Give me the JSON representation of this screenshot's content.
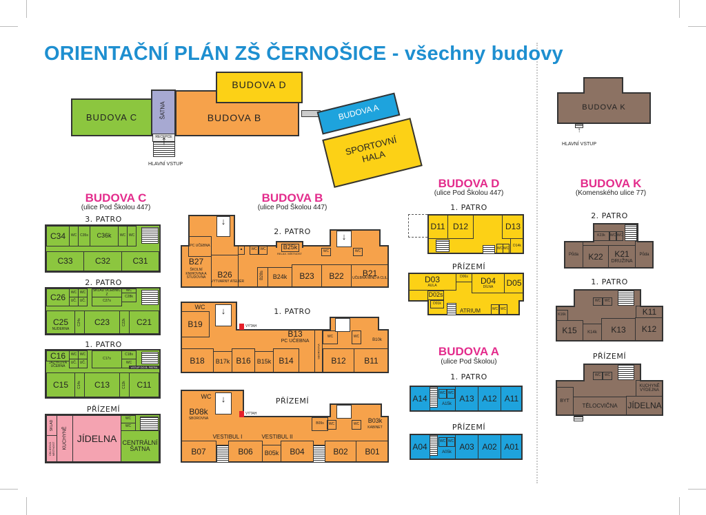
{
  "title": "ORIENTAČNÍ PLÁN ZŠ ČERNOŠICE - všechny budovy",
  "colors": {
    "title": "#1e8fd0",
    "section": "#e32c8c",
    "budova_c": "#8cc63f",
    "budova_b": "#f6a24b",
    "budova_d": "#fcd116",
    "budova_a": "#1ea3dd",
    "budova_k": "#8c7263",
    "jidelna": "#f4a3b1",
    "satna": "#a7a9d2",
    "accent_red": "#e5202a"
  },
  "overview": {
    "budova_c": "BUDOVA C",
    "satna": "ŠATNA",
    "recepce": "RECEPCE",
    "budova_b": "BUDOVA B",
    "budova_d": "BUDOVA D",
    "budova_a": "BUDOVA A",
    "sportovni_hala": "SPORTOVNÍ HALA",
    "hlavni_vstup": "HLAVNÍ VSTUP",
    "budova_k": "BUDOVA K",
    "hlavni_vstup_k": "HLAVNÍ VSTUP"
  },
  "budova_c": {
    "title": "BUDOVA C",
    "subtitle": "(ulice Pod Školou 447)",
    "patro3": {
      "label": "3. PATRO",
      "rooms": [
        "C34",
        "WC",
        "C35s",
        "C36k",
        "WC",
        "WC",
        "C33",
        "C32",
        "C31"
      ]
    },
    "patro2": {
      "label": "2. PATRO",
      "rooms": [
        "C26",
        "WC",
        "UČ.",
        "WC",
        "UČ.",
        "SKLAD UČEBNIC Z",
        "C27s",
        "C28k",
        "WC",
        "C25",
        "NUDERNA",
        "C24s",
        "C23",
        "C22k",
        "C21"
      ]
    },
    "patro1": {
      "label": "1. PATRO",
      "rooms": [
        "C16",
        "JAZYKOVÁ UČEBNA",
        "WC",
        "UČ.",
        "WC",
        "UČ.",
        "C17s",
        "C18s",
        "WC",
        "VSTUP DO B. PATRA",
        "C15",
        "C14s",
        "C13",
        "C12k",
        "C11"
      ]
    },
    "prizemi": {
      "label": "PŘÍZEMÍ",
      "rooms": [
        "SKLAD",
        "KUCHYNĚ",
        "JÍDELNA",
        "WC",
        "WC",
        "CENTRÁLNÍ ŠATNA",
        "ÚKLIDOVÁ MÍSTNOST"
      ]
    }
  },
  "budova_b": {
    "title": "BUDOVA B",
    "subtitle": "(ulice Pod Školou 447)",
    "patro2": {
      "label": "2. PATRO",
      "rooms": [
        "PC UČEBNA",
        "B27",
        "ŠKOLNÍ KNIHOVNA A STUDOVNA",
        "B26",
        "VÝTVARNÝ ATELIÉR",
        "B28s",
        "SKLAD",
        "B24k",
        "B25k",
        "RELAX. MÍSTNOST",
        "B23",
        "B22",
        "B21",
        "UČEBNA MIND A CLIL",
        "WC",
        "WC",
        "WC",
        "WC"
      ]
    },
    "patro1": {
      "label": "1. PATRO",
      "rooms": [
        "WC",
        "B19",
        "VÝTAH",
        "B13",
        "PC UČEBNA",
        "WC",
        "WC",
        "B10k",
        "B18",
        "B17k",
        "B16",
        "B15k",
        "B14",
        "B12",
        "B11",
        "SBOROVNA"
      ]
    },
    "prizemi": {
      "label": "PŘÍZEMÍ",
      "rooms": [
        "WC",
        "B08k",
        "SBOROVNA",
        "VÝTAH",
        "B09s",
        "WC",
        "WC",
        "B03k",
        "KABINET",
        "B07",
        "VESTIBUL I",
        "B06",
        "B05k",
        "VESTIBUL II",
        "B04",
        "B02",
        "B01"
      ]
    }
  },
  "budova_d": {
    "title": "BUDOVA D",
    "subtitle": "(ulice Pod Školou 447)",
    "patro1": {
      "label": "1. PATRO",
      "rooms": [
        "D11",
        "D12",
        "D13",
        "D14k",
        "WC",
        "WC"
      ]
    },
    "prizemi": {
      "label": "PŘÍZEMÍ",
      "rooms": [
        "D03",
        "AULA",
        "D06s",
        "D04",
        "DÍLNA",
        "D05",
        "D02s",
        "D01k",
        "ATRIUM",
        "WC",
        "WC"
      ]
    }
  },
  "budova_a": {
    "title": "BUDOVA A",
    "subtitle": "(ulice Pod Školou)",
    "patro1": {
      "label": "1. PATRO",
      "rooms": [
        "A14",
        "WC",
        "WC",
        "A15k",
        "A13",
        "A12",
        "A11"
      ]
    },
    "prizemi": {
      "label": "PŘÍZEMÍ",
      "rooms": [
        "A04",
        "WC",
        "WC",
        "A05k",
        "A03",
        "A02",
        "A01"
      ]
    }
  },
  "budova_k": {
    "title": "BUDOVA K",
    "subtitle": "(Komenského ulice 77)",
    "patro2": {
      "label": "2. PATRO",
      "rooms": [
        "K23k",
        "WC",
        "WC",
        "Půda",
        "K22",
        "K21",
        "DRUŽINA",
        "Půda"
      ]
    },
    "patro1": {
      "label": "1. PATRO",
      "rooms": [
        "WC",
        "WC",
        "K11",
        "K16k",
        "K15",
        "K14k",
        "K13",
        "K12"
      ]
    },
    "prizemi": {
      "label": "PŘÍZEMÍ",
      "rooms": [
        "WC",
        "WC",
        "KUCHYNĚ VÝDEJNA",
        "BYT",
        "TĚLOCVIČNA",
        "JÍDELNA"
      ]
    }
  }
}
